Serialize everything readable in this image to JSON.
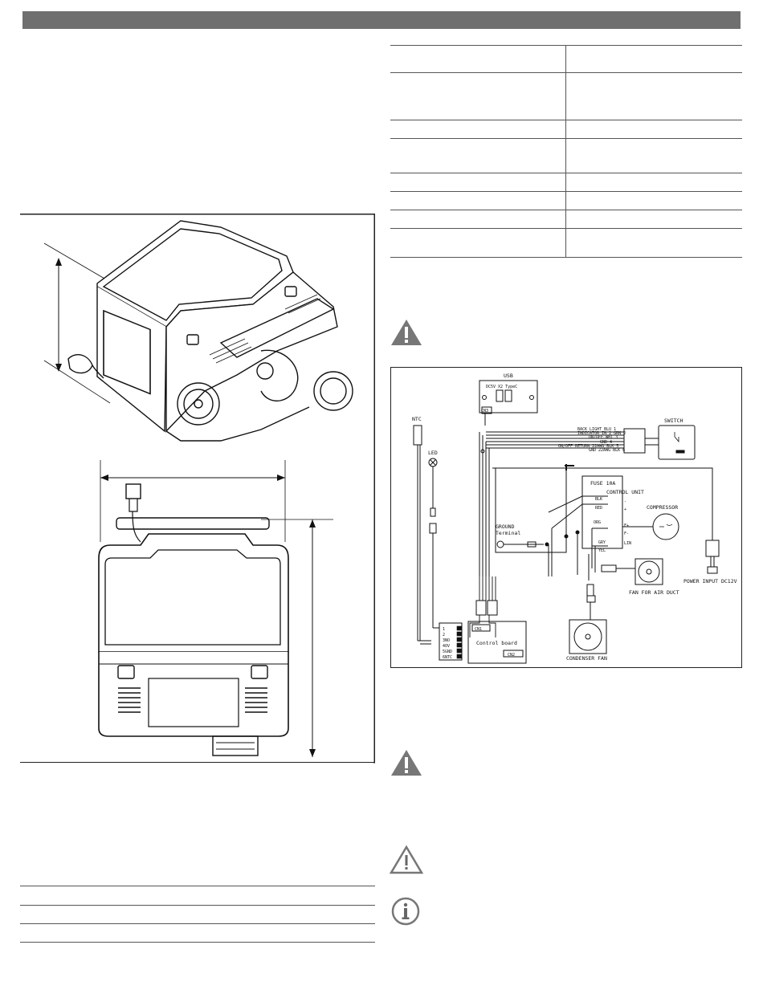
{
  "wiring": {
    "usb_title": "USB",
    "usb_spec": "DC5V  X2  TypeC",
    "cn3": "CN3",
    "ntc": "NTC",
    "led": "LED",
    "switch": "SWITCH",
    "switch_lines": [
      "BACK LIGHT  BLU 1",
      "INDICATOR IN 2  GRN 2",
      "ON/OFF  WHT 3",
      "GND 4",
      "ON/OFF RETURN 22AWG BLK 5",
      "GND 22AWG BLK 6"
    ],
    "fuse": "FUSE 10A",
    "control_unit": "CONTROL UNIT",
    "blk": "BLK",
    "red": "RED",
    "org": "ORG",
    "gry": "GRY",
    "yel": "YEL",
    "ground_terminal_1": "GROUND",
    "ground_terminal_2": "Terminal",
    "compressor": "COMPRESSOR",
    "cu_pins": [
      "-",
      "+",
      "F+",
      "F-",
      "LIN"
    ],
    "power_input": "POWER INPUT DC12V",
    "fan_air_duct": "FAN FOR AIR DUCT",
    "condenser_fan": "CONDENSER FAN",
    "cn1": "CN1",
    "cn2": "CN2",
    "control_board": "Control board",
    "cb_pins": [
      "1",
      "2",
      "3NO",
      "4OV",
      "5GND",
      "6NTC"
    ]
  }
}
